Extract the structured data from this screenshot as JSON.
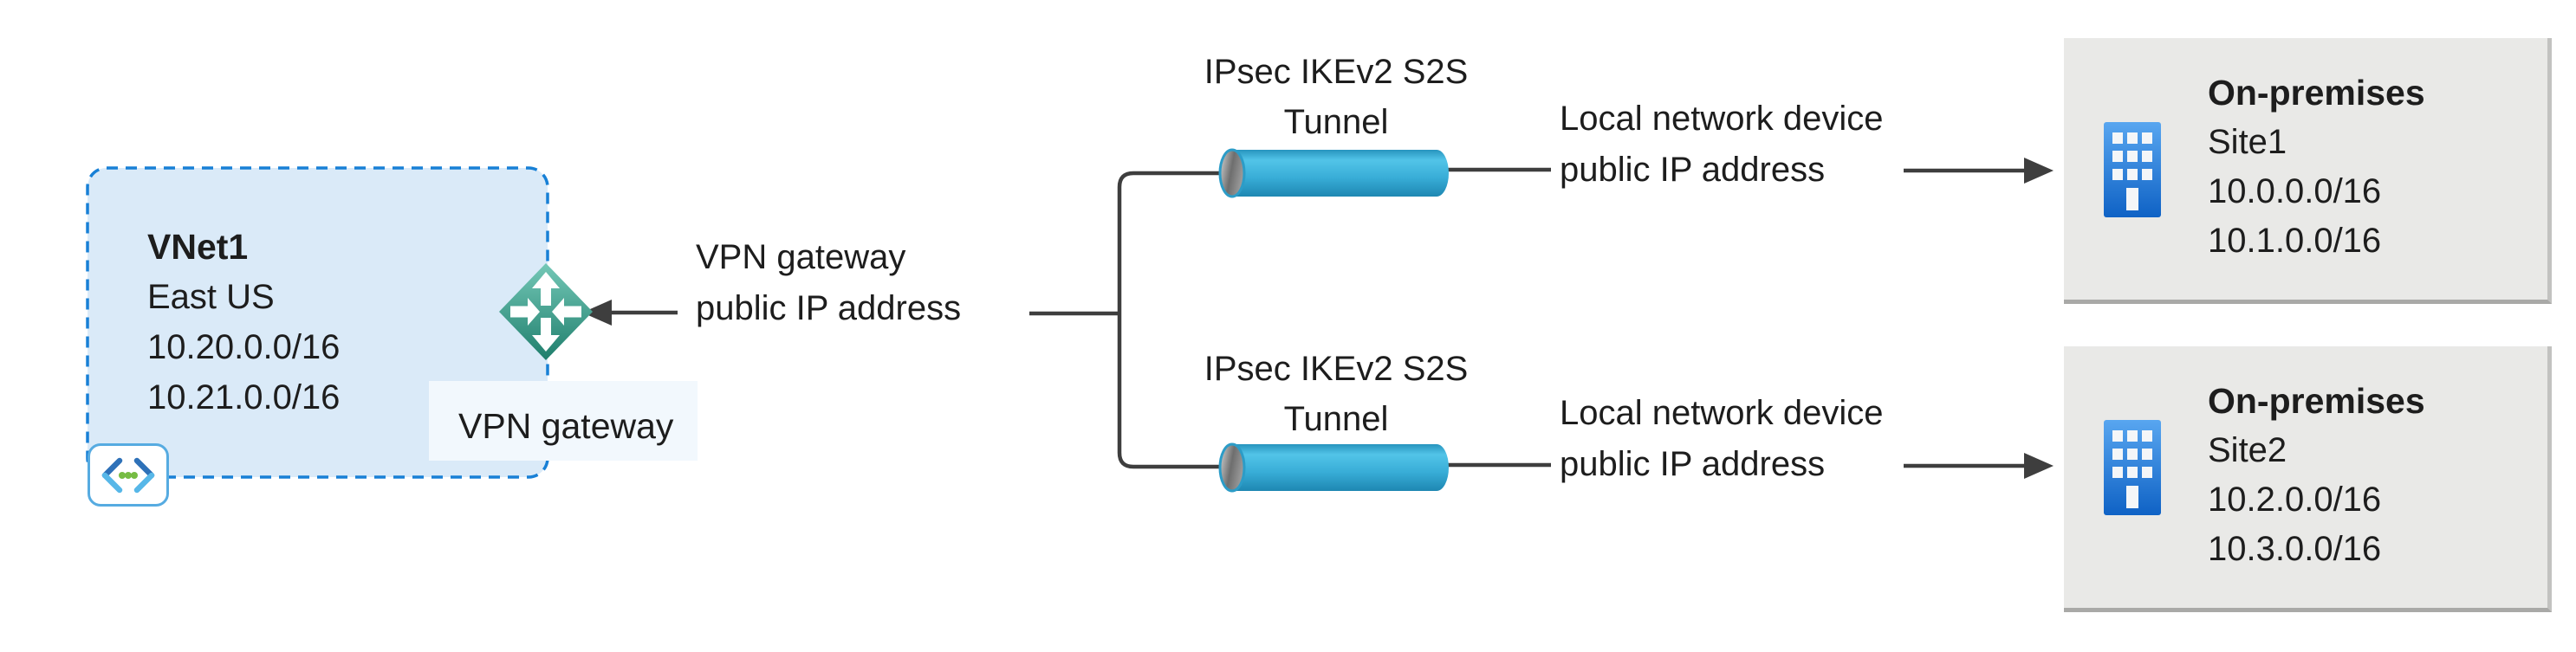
{
  "diagram": {
    "vnet": {
      "name": "VNet1",
      "region": "East US",
      "cidr1": "10.20.0.0/16",
      "cidr2": "10.21.0.0/16",
      "gateway_label": "VPN gateway"
    },
    "gateway_ip_label": {
      "line1": "VPN gateway",
      "line2": "public IP address"
    },
    "tunnel1": {
      "line1": "IPsec IKEv2 S2S",
      "line2": "Tunnel"
    },
    "tunnel2": {
      "line1": "IPsec IKEv2 S2S",
      "line2": "Tunnel"
    },
    "device_label1": {
      "line1": "Local network device",
      "line2": "public IP address"
    },
    "device_label2": {
      "line1": "Local network device",
      "line2": "public IP address"
    },
    "site1": {
      "title": "On-premises",
      "name": "Site1",
      "cidr1": "10.0.0.0/16",
      "cidr2": "10.1.0.0/16"
    },
    "site2": {
      "title": "On-premises",
      "name": "Site2",
      "cidr1": "10.2.0.0/16",
      "cidr2": "10.3.0.0/16"
    },
    "icons": {
      "gateway": "vpn-gateway-icon",
      "vnet_corner": "virtual-network-icon",
      "site": "building-icon",
      "tunnel": "tunnel-pipe-icon"
    },
    "colors": {
      "vnet_fill": "#daeaf8",
      "vnet_border": "#1880d6",
      "diamond_teal_light": "#6fc5b4",
      "diamond_teal_dark": "#23806f",
      "tunnel_cyan": "#3bb3dc",
      "line_gray": "#3e3e3e",
      "site_fill": "#e9e9e7",
      "site_shadow": "#a9a9a7",
      "building_blue_light": "#55a4ef",
      "building_blue_dark": "#1063c6",
      "vnet_icon_green": "#76bc43",
      "vnet_icon_blue_dark": "#2e71b8",
      "vnet_icon_blue_light": "#57b7e8",
      "label_bg": "#f2f8fd",
      "text": "#1d1d1d"
    }
  }
}
